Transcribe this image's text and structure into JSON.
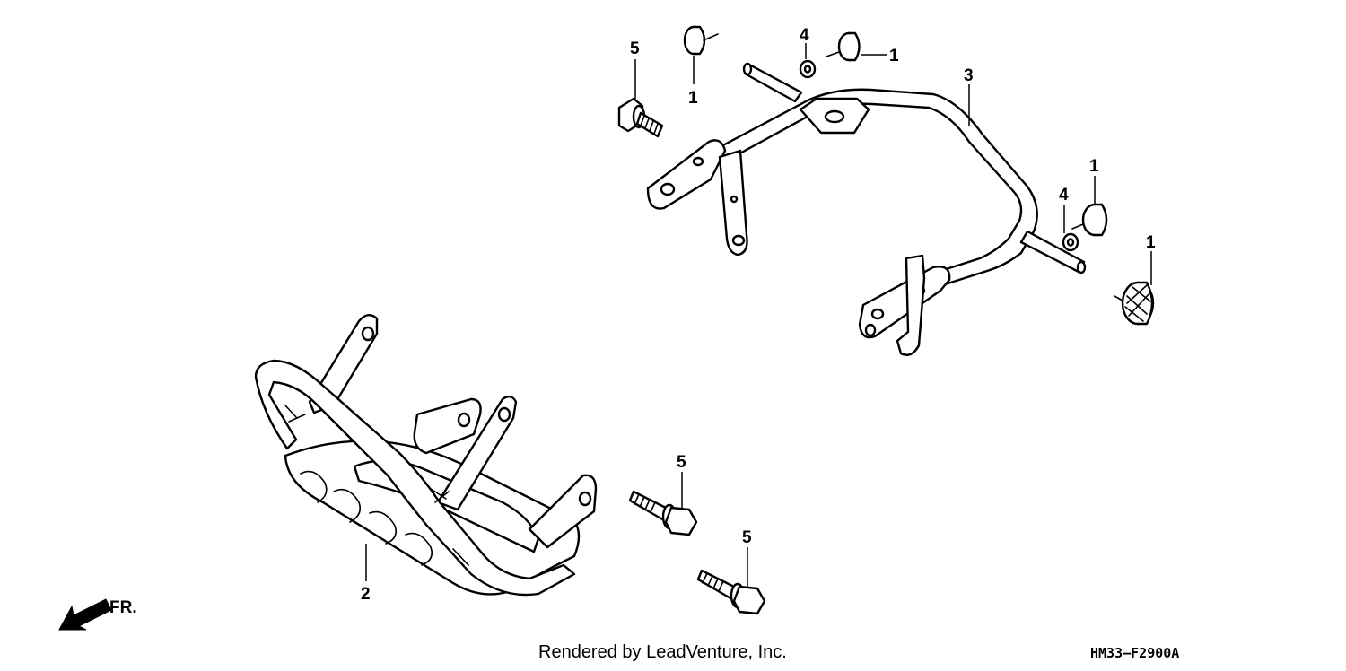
{
  "diagram": {
    "callouts": [
      {
        "id": "c1a",
        "label": "1"
      },
      {
        "id": "c1b",
        "label": "1"
      },
      {
        "id": "c1c",
        "label": "1"
      },
      {
        "id": "c1d",
        "label": "1"
      },
      {
        "id": "c2",
        "label": "2"
      },
      {
        "id": "c3",
        "label": "3"
      },
      {
        "id": "c4a",
        "label": "4"
      },
      {
        "id": "c4b",
        "label": "4"
      },
      {
        "id": "c5a",
        "label": "5"
      },
      {
        "id": "c5b",
        "label": "5"
      },
      {
        "id": "c5c",
        "label": "5"
      }
    ],
    "direction_label": "FR."
  },
  "footer": {
    "credit": "Rendered by LeadVenture, Inc.",
    "diagram_code": "HM33–F2900A"
  },
  "colors": {
    "line": "#000000",
    "background": "#ffffff"
  }
}
